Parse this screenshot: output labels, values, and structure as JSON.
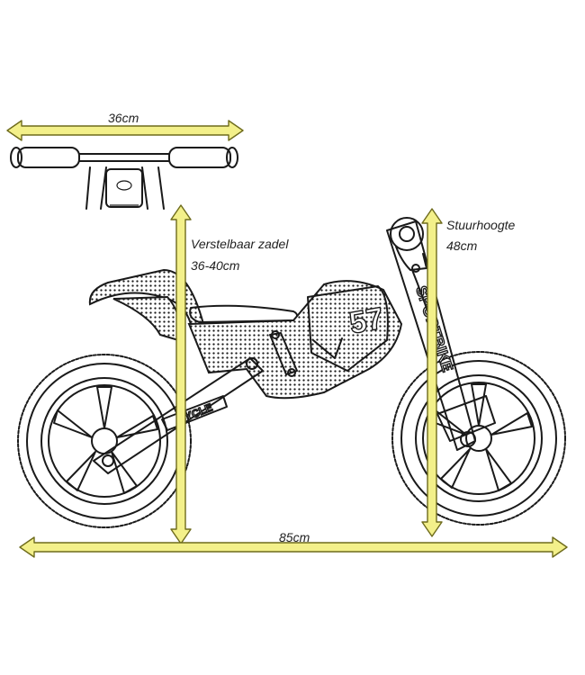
{
  "dimensions": {
    "handlebar_width": "36cm",
    "saddle_label": "Verstelbaar zadel",
    "saddle_range": "36-40cm",
    "handlebar_height_label": "Stuurhoogte",
    "handlebar_height_value": "48cm",
    "overall_length": "85cm"
  },
  "decals": {
    "number": "57",
    "brand_fork": "SPORTBIKE",
    "brand_frame": "CYCLE"
  },
  "colors": {
    "arrow_fill": "#f3f08a",
    "arrow_stroke": "#6e6b1c",
    "line_art": "#1a1a1a"
  }
}
